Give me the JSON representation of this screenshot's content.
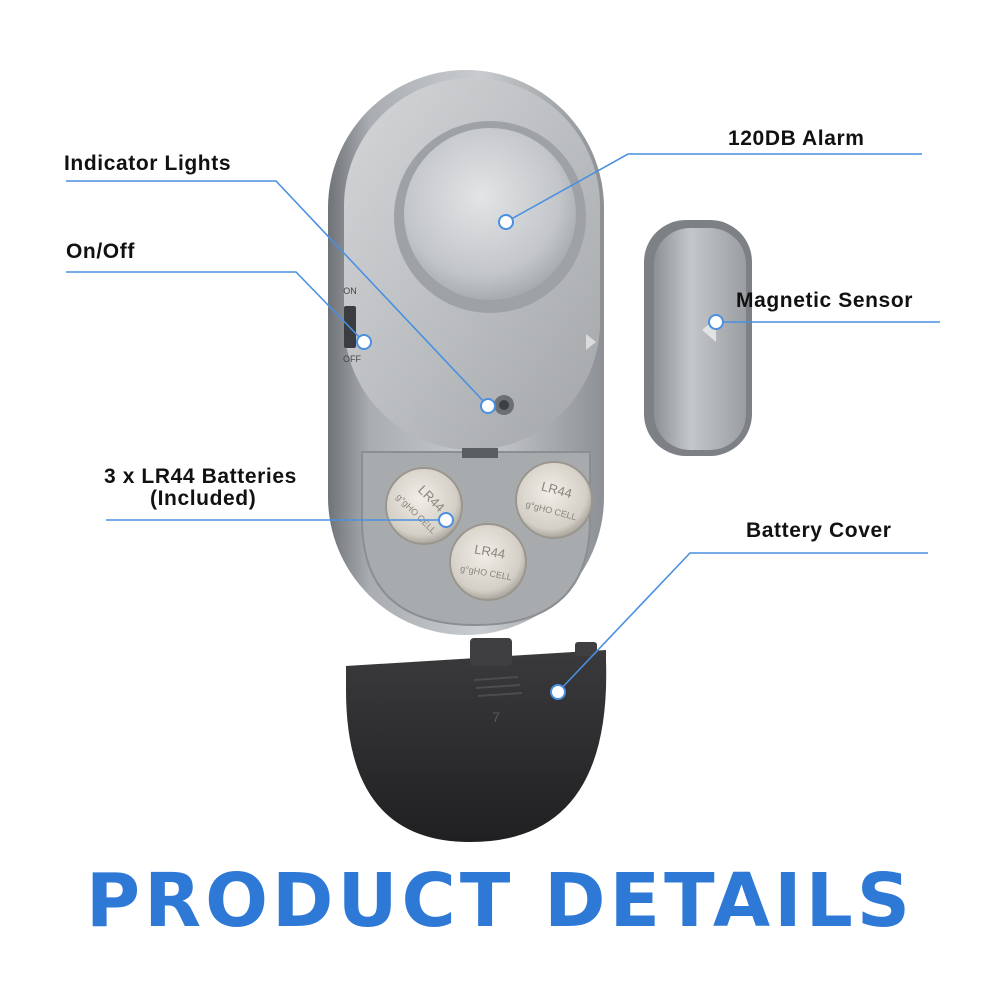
{
  "title": "PRODUCT DETAILS",
  "callouts": {
    "alarm": "120DB Alarm",
    "indicator": "Indicator Lights",
    "onoff": "On/Off",
    "sensor": "Magnetic Sensor",
    "batteries_line1": "3 x LR44 Batteries",
    "batteries_line2": "(Included)",
    "cover": "Battery Cover"
  },
  "device": {
    "switch_on": "ON",
    "switch_off": "OFF",
    "battery_label": "LR44",
    "battery_sub": "ɡ°ɡHO CELL",
    "cover_mark": "7"
  },
  "colors": {
    "accent": "#2f79d6",
    "leader_line": "#4a8fe0",
    "body_silver": "#b9bcbf",
    "cover_black": "#2b2b2d"
  }
}
